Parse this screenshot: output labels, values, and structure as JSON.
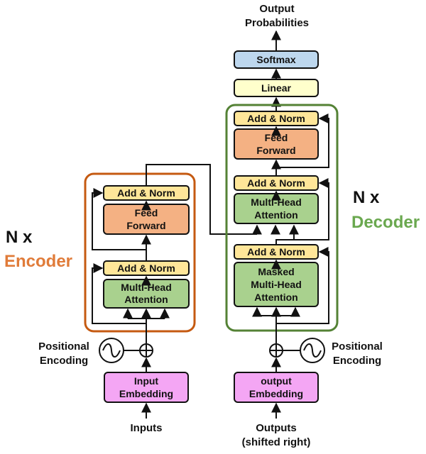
{
  "colors": {
    "add_norm": "#ffe699",
    "feed_forward": "#f4b183",
    "attention": "#a9d18e",
    "embedding": "#f4a6f4",
    "linear": "#ffffcc",
    "softmax": "#bdd7ee",
    "encoder_frame": "#c55a11",
    "decoder_frame": "#548235"
  },
  "labels": {
    "output_probabilities_1": "Output",
    "output_probabilities_2": "Probabilities",
    "softmax": "Softmax",
    "linear": "Linear",
    "add_norm": "Add & Norm",
    "feed_forward_1": "Feed",
    "feed_forward_2": "Forward",
    "multi_head_1": "Multi-Head",
    "attention": "Attention",
    "masked": "Masked",
    "input_embedding_1": "Input",
    "input_embedding_2": "Embedding",
    "output_embedding_1": "output",
    "output_embedding_2": "Embedding",
    "inputs": "Inputs",
    "outputs_1": "Outputs",
    "outputs_2": "(shifted right)",
    "positional_encoding_1": "Positional",
    "positional_encoding_2": "Encoding",
    "nx": "N x",
    "encoder": "Encoder",
    "decoder": "Decoder"
  }
}
